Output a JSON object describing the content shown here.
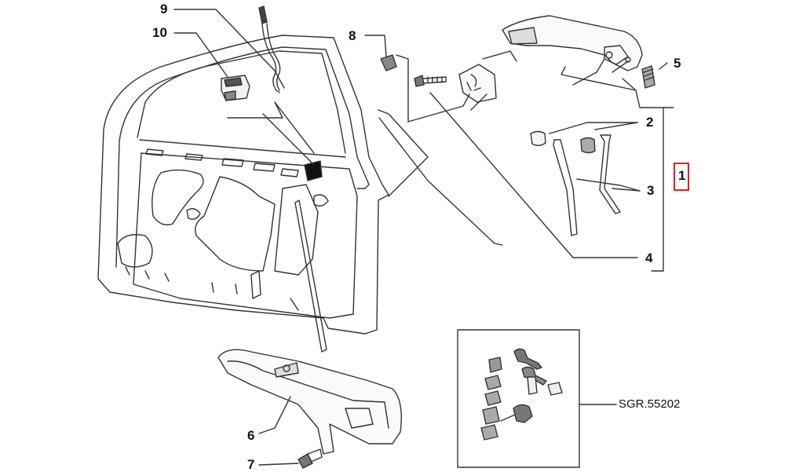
{
  "callouts": {
    "c1": "1",
    "c2": "2",
    "c3": "3",
    "c4": "4",
    "c5": "5",
    "c6": "6",
    "c7": "7",
    "c8": "8",
    "c9": "9",
    "c10": "10"
  },
  "inset_reference": "SGR.55202",
  "colors": {
    "line": "#333333",
    "highlight": "#e02020"
  }
}
